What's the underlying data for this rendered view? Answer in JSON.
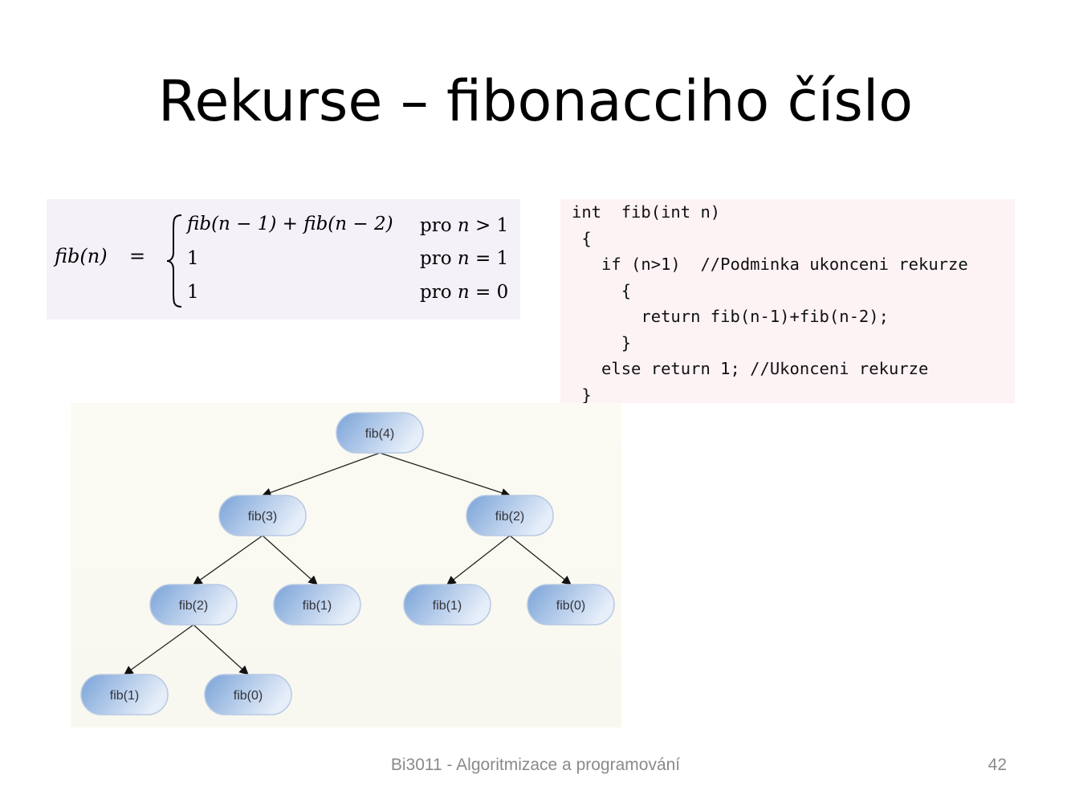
{
  "title": "Rekurse – fibonacciho číslo",
  "formula": {
    "lhs": "fib(n)",
    "eq": "=",
    "cases": [
      {
        "expr": "fib(n − 1) + fib(n − 2)",
        "cond_word": "pro",
        "cond_var": "n",
        "cond_op": "> 1"
      },
      {
        "expr": "1",
        "cond_word": "pro",
        "cond_var": "n",
        "cond_op": "= 1"
      },
      {
        "expr": "1",
        "cond_word": "pro",
        "cond_var": "n",
        "cond_op": "= 0"
      }
    ]
  },
  "code": {
    "lines": [
      "int  fib(int n)",
      " {",
      "   if (n>1)  //Podminka ukonceni rekurze",
      "     {",
      "       return fib(n-1)+fib(n-2);",
      "     }",
      "   else return 1; //Ukonceni rekurze",
      " }"
    ]
  },
  "tree": {
    "nodes": [
      {
        "id": "n0",
        "label": "fib(4)"
      },
      {
        "id": "n1",
        "label": "fib(3)"
      },
      {
        "id": "n2",
        "label": "fib(2)"
      },
      {
        "id": "n3",
        "label": "fib(2)"
      },
      {
        "id": "n4",
        "label": "fib(1)"
      },
      {
        "id": "n5",
        "label": "fib(1)"
      },
      {
        "id": "n6",
        "label": "fib(0)"
      },
      {
        "id": "n7",
        "label": "fib(1)"
      },
      {
        "id": "n8",
        "label": "fib(0)"
      }
    ],
    "edges": [
      [
        "n0",
        "n1"
      ],
      [
        "n0",
        "n2"
      ],
      [
        "n1",
        "n3"
      ],
      [
        "n1",
        "n4"
      ],
      [
        "n2",
        "n5"
      ],
      [
        "n2",
        "n6"
      ],
      [
        "n3",
        "n7"
      ],
      [
        "n3",
        "n8"
      ]
    ],
    "colors": {
      "node_light": "#e6eef9",
      "node_dark": "#7aa3d8",
      "node_border": "#b8c9e3",
      "edge": "#222222"
    }
  },
  "footer": {
    "course": "Bi3011 - Algoritmizace a programování",
    "page": "42"
  }
}
